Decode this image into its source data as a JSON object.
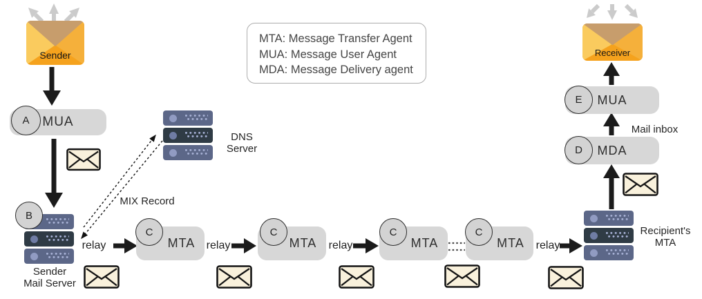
{
  "legend": {
    "lines": [
      "MTA: Message Transfer Agent",
      "MUA: Message User Agent",
      "MDA: Message Delivery agent"
    ]
  },
  "labels": {
    "relay": "relay",
    "mix_record": "MIX Record",
    "mail_inbox": "Mail inbox"
  },
  "nodes": {
    "sender": {
      "label": "Sender"
    },
    "receiver": {
      "label": "Receiver"
    },
    "mua_a": {
      "badge": "A",
      "label": "MUA"
    },
    "sender_mail_server": {
      "badge": "B",
      "line1": "Sender",
      "line2": "Mail Server"
    },
    "dns_server": {
      "line1": "DNS",
      "line2": "Server"
    },
    "mta_1": {
      "badge": "C",
      "label": "MTA"
    },
    "mta_2": {
      "badge": "C",
      "label": "MTA"
    },
    "mta_3": {
      "badge": "C",
      "label": "MTA"
    },
    "mta_4": {
      "badge": "C",
      "label": "MTA"
    },
    "recipients_mta": {
      "line1": "Recipient's",
      "line2": "MTA"
    },
    "mda_d": {
      "badge": "D",
      "label": "MDA"
    },
    "mua_e": {
      "badge": "E",
      "label": "MUA"
    }
  },
  "colors": {
    "envelope_orange": "#f5a21d",
    "envelope_flap_tan": "#c79d6c",
    "server_slate": "#5c6788",
    "server_dark": "#2f3b45",
    "chip_gray": "#d7d7d7",
    "mail_cream": "#f9f1dc",
    "arrow_black": "#1b1b1b",
    "arrow_gray": "#cbcbcb"
  }
}
